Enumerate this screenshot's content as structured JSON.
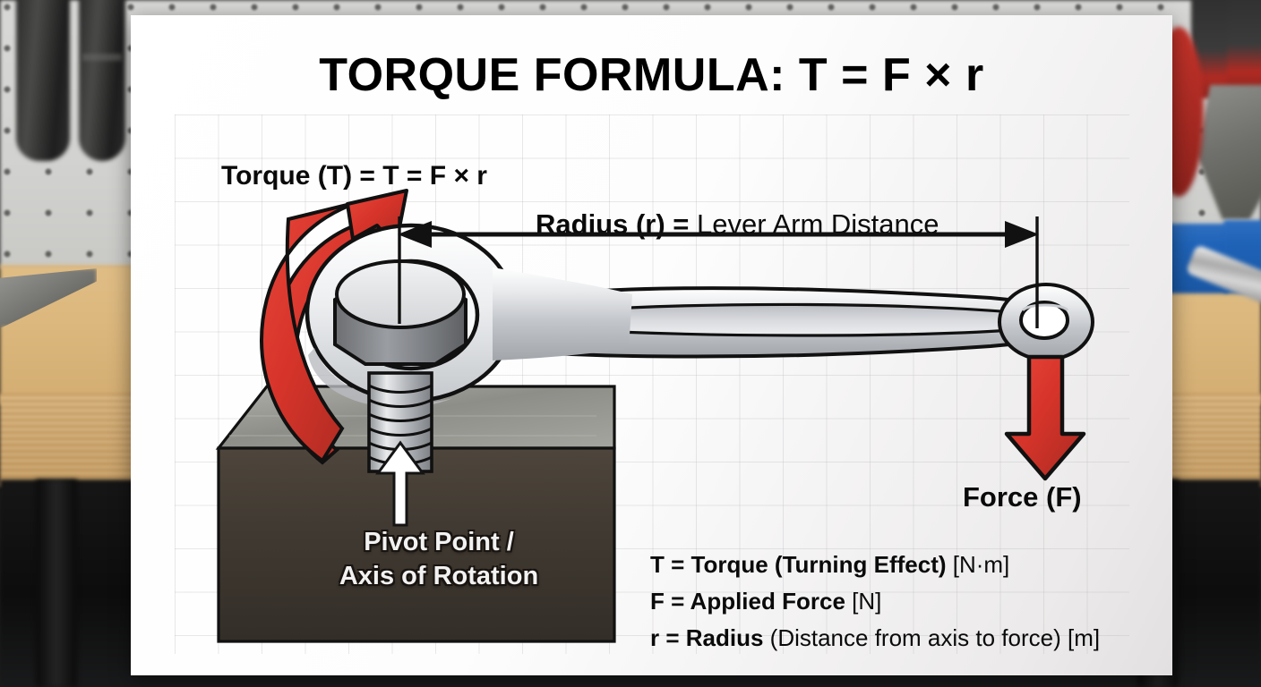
{
  "title": "TORQUE FORMULA: T = F × r",
  "labels": {
    "torque": "Torque (T) = T = F × r",
    "radius_bold": "Radius (r) =",
    "radius_regular": " Lever Arm Distance",
    "force": "Force (F)",
    "pivot_line1": "Pivot Point /",
    "pivot_line2": "Axis of Rotation"
  },
  "legend": [
    {
      "bold": "T = Torque (Turning Effect)",
      "regular": " [N·m]"
    },
    {
      "bold": "F = Applied Force",
      "regular": " [N]"
    },
    {
      "bold": "r = Radius",
      "regular": " (Distance from axis to force) [m]"
    }
  ],
  "colors": {
    "arrow_red": "#d6342a",
    "arrow_red_dark": "#a32119",
    "outline": "#111111",
    "metal_light": "#e9eaec",
    "metal_mid": "#b9bcc1",
    "metal_dark": "#8d9095",
    "bolt_gray": "#6f7175",
    "block_top": "#9a9a95",
    "block_front": "#4a4138",
    "paper_white": "#ffffff",
    "grid_line": "#b4b4b9",
    "text_black": "#0a0a0a",
    "text_white": "#f2f2f2"
  },
  "diagram": {
    "type": "physics-free-body-diagram",
    "subject": "wrench on bolt illustrating torque",
    "elements": [
      "curved red rotation arrow (counterclockwise torque indicator)",
      "box-end wrench engaging hex bolt head",
      "threaded bolt shaft into metal block",
      "double-headed dimension line marking radius r",
      "downward red force arrow at handle end",
      "white callout arrow to pivot point"
    ]
  }
}
